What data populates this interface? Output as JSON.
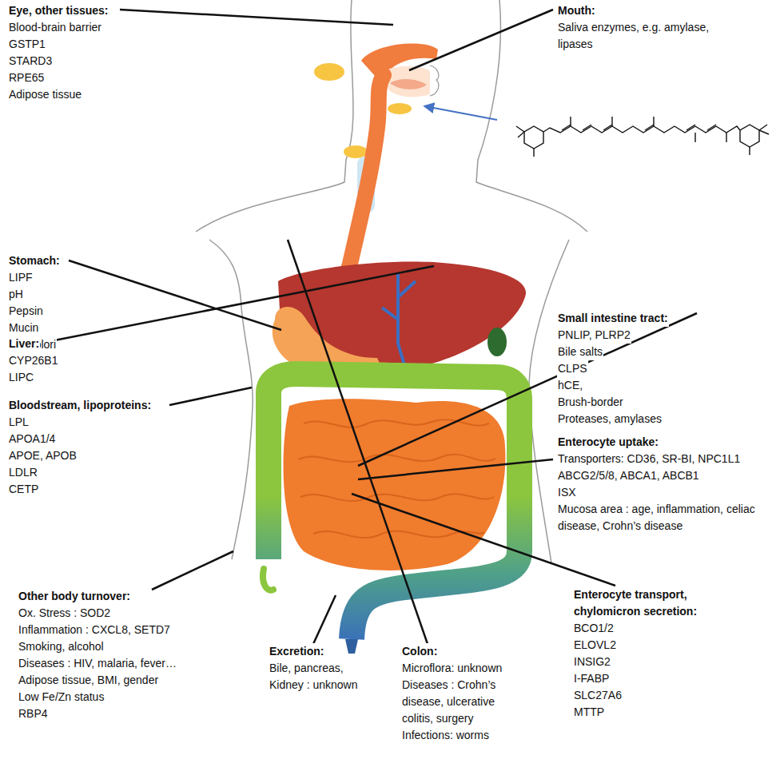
{
  "diagram": {
    "labels": [
      "Eye, other tissues:",
      "Blood-brain barrier",
      "GSTP1",
      "STARD3",
      "RPE65",
      "Adipose tissue",
      "Mouth:",
      "Saliva enzymes, e.g. amylase, lipases",
      "Stomach:",
      "LIPF",
      "pH",
      "Pepsin",
      "Mucin",
      "H. pyolori",
      "Liver:",
      "CYP26B1",
      "LIPC",
      "Bloodstream, lipoproteins:",
      "LPL",
      "APOA1/4",
      "APOE, APOB",
      "LDLR",
      "CETP",
      "Small intestine tract:",
      "PNLIP, PLRP2",
      "Bile salts",
      "CLPS",
      "hCE,",
      "Brush-border",
      "Proteases, amylases",
      "Enterocyte uptake:",
      "Transporters: CD36, SR-BI, NPC1L1",
      "ABCG2/5/8, ABCA1, ABCB1",
      "ISX",
      "Mucosa area : age, inflammation, celiac disease, Crohn’s disease",
      "Other body turnover:",
      "Ox. Stress : SOD2",
      "Inflammation : CXCL8, SETD7",
      "Smoking, alcohol",
      "Diseases : HIV, malaria, fever…",
      "Adipose tissue, BMI, gender",
      "Low Fe/Zn status",
      "RBP4",
      "Enterocyte transport, chylomicron secretion:",
      "BCO1/2",
      "ELOVL2",
      "INSIG2",
      "I-FABP",
      "SLC27A6",
      "MTTP",
      "Excretion:",
      "Bile, pancreas,",
      "Kidney : unknown",
      "Colon:",
      "Microflora: unknown",
      "Diseases : Crohn’s disease, ulcerative colitis, surgery",
      "Infections: worms"
    ]
  }
}
